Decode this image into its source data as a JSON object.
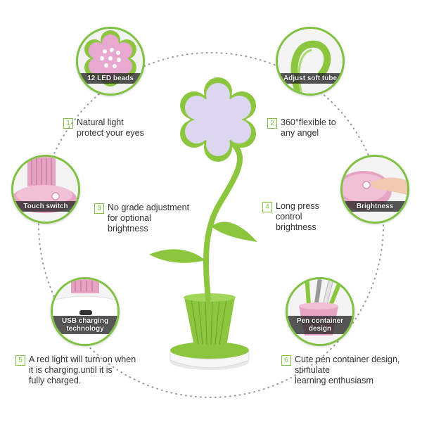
{
  "callouts": [
    {
      "caption": "12 LED beads",
      "icon": "led-beads-image"
    },
    {
      "caption": "Adjust soft tube",
      "icon": "soft-tube-image"
    },
    {
      "caption": "Touch switch",
      "icon": "touch-switch-image"
    },
    {
      "caption": "Brightness",
      "icon": "brightness-image"
    },
    {
      "caption": "USB charging technology",
      "icon": "usb-port-image"
    },
    {
      "caption": "Pen container design",
      "icon": "pen-holder-image"
    }
  ],
  "features": [
    {
      "num": "1",
      "text": "Natural light\nprotect your eyes"
    },
    {
      "num": "2",
      "text": "360°flexible to\nany angel"
    },
    {
      "num": "3",
      "text": "No grade adjustment\nfor optional\nbrightness"
    },
    {
      "num": "4",
      "text": "Long press\ncontrol\nbrightness"
    },
    {
      "num": "5",
      "text": "A red light will turn on when\n it is charging.until it is\nfully charged."
    },
    {
      "num": "6",
      "text": "Cute pen container design,\nstimulate\nlearning enthusiasm"
    }
  ],
  "colors": {
    "accent_green": "#7fc242",
    "lamp_green": "#8cc63f",
    "lamp_pink": "#e7a3c3",
    "shade_lavender": "#d9d1ee"
  }
}
